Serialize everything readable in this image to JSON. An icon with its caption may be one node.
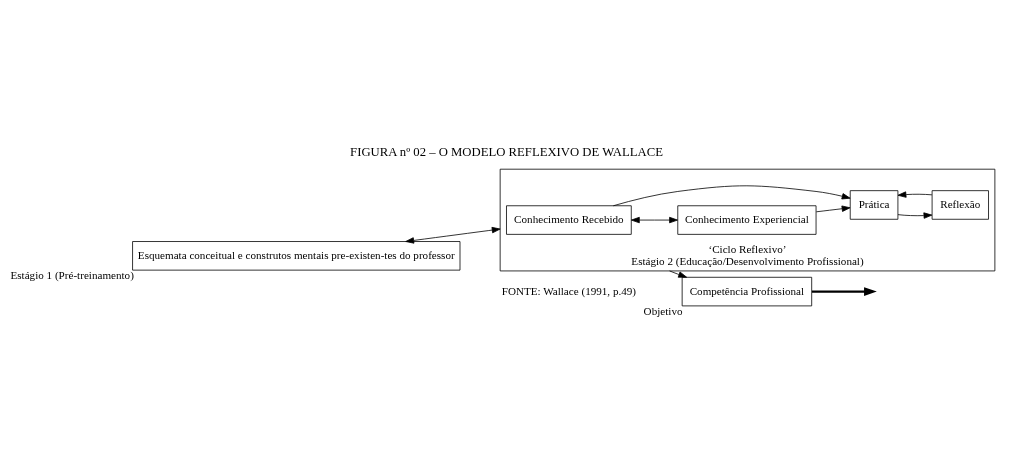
{
  "diagram": {
    "title": "FIGURA nº 02 – O MODELO REFLEXIVO DE WALLACE",
    "caption": "FONTE: Wallace (1991, p.49)",
    "nodes": [
      {
        "text": [
          "Esquemata conceitual e construtos mentais pre-existen-tes do professor"
        ],
        "beside": [
          "Estágio 1 (Pré-treinamento)"
        ]
      },
      {
        "text": [
          "‘Ciclo Reflexivo’",
          "Estágio 2 (Educação/Desenvolvimento Profissional)"
        ]
      },
      {
        "text": [
          "Conhecimento Recebido"
        ],
        "in": 1
      },
      {
        "text": [
          "Conhecimento Experiencial"
        ],
        "in": 1
      },
      {
        "text": [
          "Prática"
        ],
        "in": 1
      },
      {
        "text": [
          "Reflexão"
        ],
        "in": 1
      },
      {
        "text": [
          "Competência Profissional"
        ],
        "beside": [
          "Objetivo"
        ]
      }
    ],
    "edges": [
      {
        "from": 0,
        "to": 1,
        "arrow": "both"
      },
      {
        "from": 2,
        "to": 3,
        "arrow": "both"
      },
      {
        "from": 2,
        "to": 4,
        "arrow": "to"
      },
      {
        "from": 3,
        "to": 4,
        "arrow": "to"
      },
      {
        "from": 4,
        "to": 5,
        "arrow": "to"
      },
      {
        "from": 5,
        "to": 4,
        "arrow": "to"
      },
      {
        "from": 1,
        "to": 6,
        "arrow": "to"
      },
      {
        "from": 6,
        "to": null,
        "arrow": "to",
        "style": "thick"
      }
    ]
  }
}
